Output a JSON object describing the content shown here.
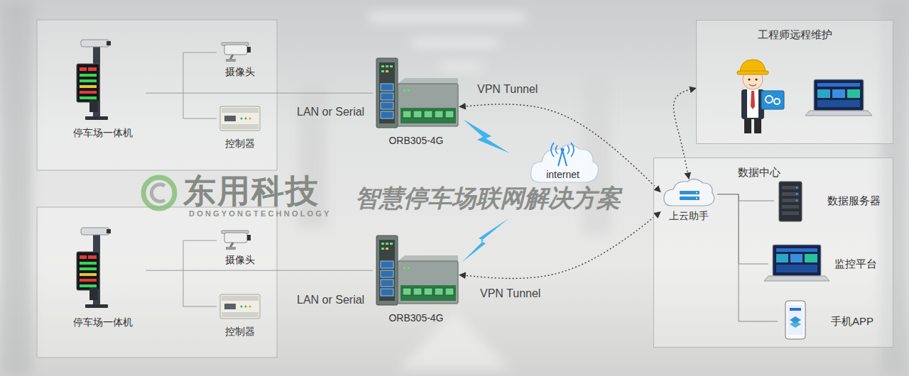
{
  "diagram": {
    "nodes": [
      {
        "text": [
          "停车场一体机"
        ]
      },
      {
        "text": [
          "摄像头"
        ]
      },
      {
        "text": [
          "控制器"
        ]
      },
      {
        "text": [
          "ORB305-4G"
        ]
      },
      {
        "text": [
          "停车场一体机"
        ]
      },
      {
        "text": [
          "摄像头"
        ]
      },
      {
        "text": [
          "控制器"
        ]
      },
      {
        "text": [
          "ORB305-4G"
        ]
      },
      {
        "text": [
          "internet"
        ]
      },
      {
        "text": [
          "工程师远程维护"
        ]
      },
      {
        "text": [
          "数据中心"
        ]
      },
      {
        "text": [
          "上云助手"
        ],
        "in": 10
      },
      {
        "text": [
          "数据服务器"
        ],
        "in": 10
      },
      {
        "text": [
          "监控平台"
        ],
        "in": 10
      },
      {
        "text": [
          "手机APP"
        ],
        "in": 10
      }
    ],
    "edges": [
      {
        "from": 0,
        "to": 3,
        "arrow": "none",
        "label": "LAN or Serial"
      },
      {
        "from": 4,
        "to": 7,
        "arrow": "none",
        "label": "LAN or Serial"
      },
      {
        "from": 3,
        "to": 11,
        "arrow": "both",
        "label": "VPN Tunnel"
      },
      {
        "from": 7,
        "to": 11,
        "arrow": "both",
        "label": "VPN Tunnel"
      },
      {
        "from": 11,
        "to": 9,
        "arrow": "both"
      },
      {
        "from": 11,
        "to": 12,
        "arrow": "none"
      },
      {
        "from": 11,
        "to": 13,
        "arrow": "none"
      },
      {
        "from": 11,
        "to": 14,
        "arrow": "none"
      }
    ],
    "labels": [
      "东用科技",
      "DONGYONGTECHNOLOGY",
      "智慧停车场联网解决方案"
    ]
  }
}
